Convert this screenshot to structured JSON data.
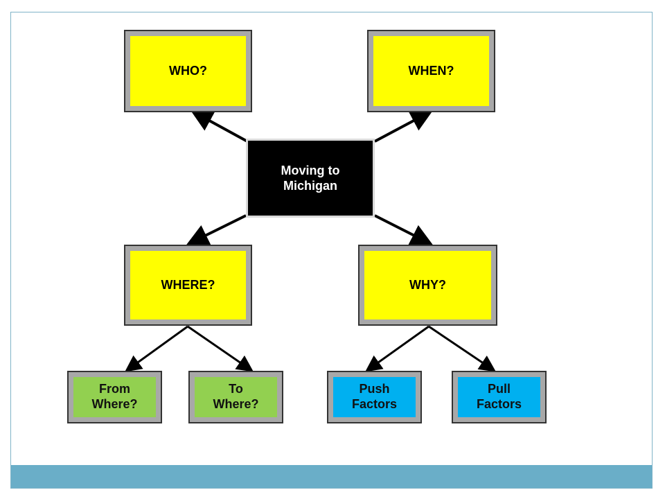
{
  "diagram": {
    "center": "Moving to\nMichigan",
    "questions": {
      "who": "WHO?",
      "when": "WHEN?",
      "where": "WHERE?",
      "why": "WHY?"
    },
    "where_children": {
      "from": "From\nWhere?",
      "to": "To\nWhere?"
    },
    "why_children": {
      "push": "Push\nFactors",
      "pull": "Pull\nFactors"
    }
  },
  "colors": {
    "question_box": "#ffff00",
    "where_child_box": "#92d050",
    "why_child_box": "#00b0f0",
    "center_box": "#000000",
    "footer_bar": "#6aaec8"
  }
}
